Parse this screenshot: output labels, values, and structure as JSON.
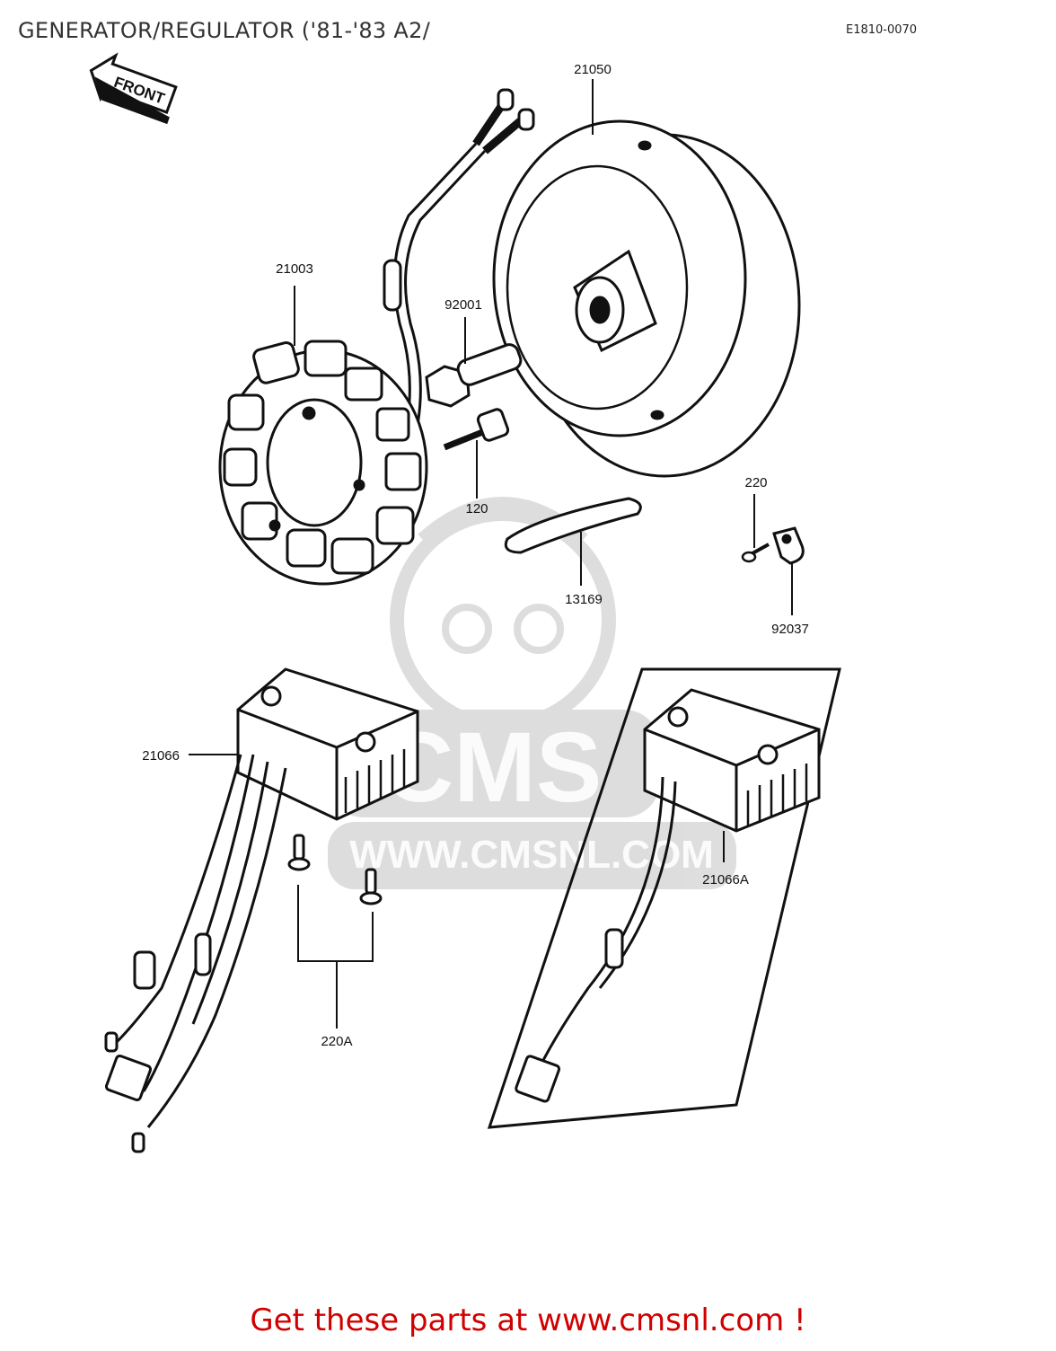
{
  "header": {
    "title": "GENERATOR/REGULATOR ('81-'83 A2/",
    "code": "E1810-0070"
  },
  "front_tag": "FRONT",
  "watermark": {
    "brand": "CMS",
    "url": "WWW.CMSNL.COM"
  },
  "parts": {
    "flywheel": "21050",
    "stator": "21003",
    "bolt": "92001",
    "screw": "120",
    "lever": "13169",
    "clamp_screw": "220",
    "clamp": "92037",
    "regulator": "21066",
    "regulator_alt": "21066A",
    "regulator_screws": "220A"
  },
  "footer": {
    "text": "Get these parts at www.cmsnl.com !"
  }
}
